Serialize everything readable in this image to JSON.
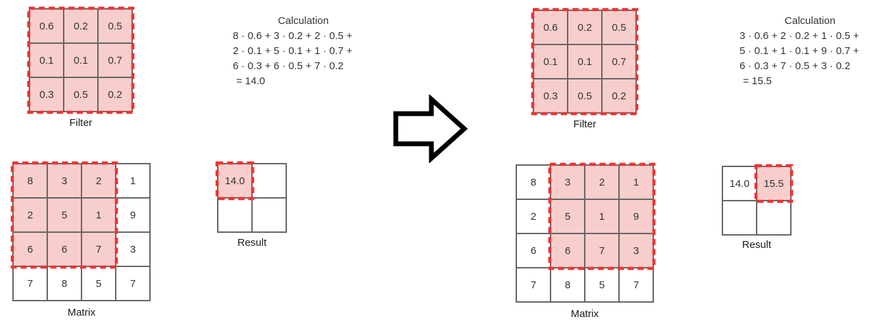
{
  "colors": {
    "highlight_fill": "#f8cecc",
    "highlight_dash": "#ee3333",
    "grid_line": "#666666",
    "text": "#333333",
    "arrow_stroke": "#000000"
  },
  "icons": {
    "arrow": "right-block-arrow-icon"
  },
  "panels": [
    {
      "filter": {
        "label": "Filter",
        "cells": [
          "0.6",
          "0.2",
          "0.5",
          "0.1",
          "0.1",
          "0.7",
          "0.3",
          "0.5",
          "0.2"
        ]
      },
      "calculation": {
        "title": "Calculation",
        "lines": [
          "8 · 0.6 + 3 · 0.2 + 2 · 0.5 +",
          "2 · 0.1 + 5 · 0.1 + 1 · 0.7 +",
          "6 · 0.3 + 6 · 0.5 + 7 · 0.2",
          "= 14.0"
        ]
      },
      "matrix": {
        "label": "Matrix",
        "cells": [
          "8",
          "3",
          "2",
          "1",
          "2",
          "5",
          "1",
          "9",
          "6",
          "6",
          "7",
          "3",
          "7",
          "8",
          "5",
          "7"
        ],
        "highlight": {
          "rows": "1-3",
          "cols": "1-3"
        }
      },
      "result": {
        "label": "Result",
        "cells": [
          "14.0",
          "",
          "",
          ""
        ],
        "highlight": {
          "row": 1,
          "col": 1
        }
      }
    },
    {
      "filter": {
        "label": "Filter",
        "cells": [
          "0.6",
          "0.2",
          "0.5",
          "0.1",
          "0.1",
          "0.7",
          "0.3",
          "0.5",
          "0.2"
        ]
      },
      "calculation": {
        "title": "Calculation",
        "lines": [
          "3 · 0.6 + 2 · 0.2 + 1 · 0.5 +",
          "5 · 0.1 + 1 · 0.1 + 9 · 0.7 +",
          "6 · 0.3 + 7 · 0.5 + 3 · 0.2",
          "= 15.5"
        ]
      },
      "matrix": {
        "label": "Matrix",
        "cells": [
          "8",
          "3",
          "2",
          "1",
          "2",
          "5",
          "1",
          "9",
          "6",
          "6",
          "7",
          "3",
          "7",
          "8",
          "5",
          "7"
        ],
        "highlight": {
          "rows": "1-3",
          "cols": "2-4"
        }
      },
      "result": {
        "label": "Result",
        "cells": [
          "14.0",
          "15.5",
          "",
          ""
        ],
        "highlight": {
          "row": 1,
          "col": 2
        }
      }
    }
  ]
}
